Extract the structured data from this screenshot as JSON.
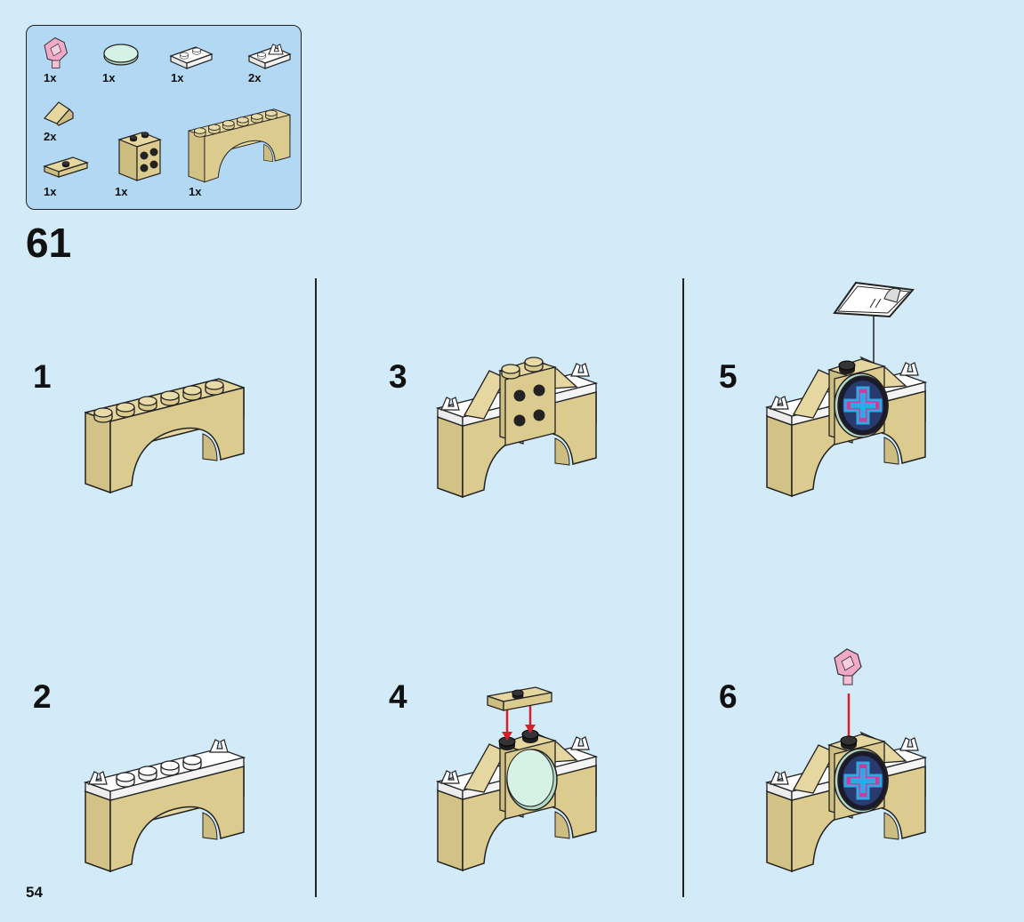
{
  "step_number": "61",
  "page_number": "54",
  "parts": [
    {
      "name": "pink-crystal-part",
      "qty": "1x"
    },
    {
      "name": "round-tile-part",
      "qty": "1x"
    },
    {
      "name": "white-plate-part",
      "qty": "1x"
    },
    {
      "name": "white-clip-plate-part",
      "qty": "2x"
    },
    {
      "name": "tan-slope-part",
      "qty": "2x"
    },
    {
      "name": "tan-jumper-plate-part",
      "qty": "1x"
    },
    {
      "name": "tan-bracket-part",
      "qty": "1x"
    },
    {
      "name": "tan-arch-part",
      "qty": "1x"
    }
  ],
  "substeps": [
    {
      "number": "1"
    },
    {
      "number": "2"
    },
    {
      "number": "3"
    },
    {
      "number": "4"
    },
    {
      "number": "5"
    },
    {
      "number": "6"
    }
  ],
  "colors": {
    "background": "#d3ebf9",
    "parts_box": "#b3d8f3",
    "tan": "#dccb8f",
    "tan_dark": "#bfae72",
    "white": "#f7f7f7",
    "stud_black": "#1d1d1d",
    "arrow_red": "#d3202a",
    "pink": "#f0a9c6",
    "tile_green": "#cfeee2"
  }
}
